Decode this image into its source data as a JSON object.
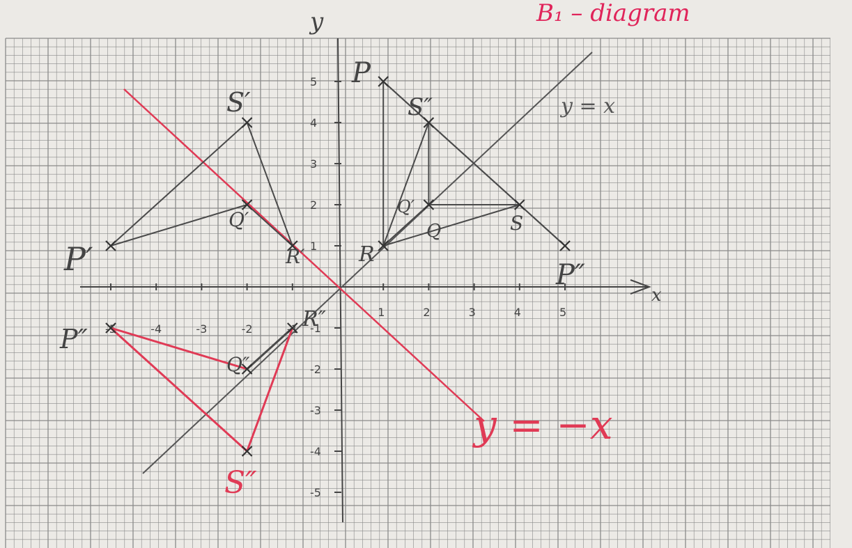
{
  "heading": {
    "text": "B₁ – diagram",
    "color": "#e0245a"
  },
  "axes": {
    "x_label": "x",
    "y_label": "y",
    "x_ticks": [
      "-5",
      "-4",
      "-3",
      "-2",
      "-1",
      "1",
      "2",
      "3",
      "4",
      "5"
    ],
    "y_ticks": [
      "5",
      "4",
      "3",
      "2",
      "1",
      "-1",
      "-2",
      "-3",
      "-4",
      "-5"
    ]
  },
  "lines": {
    "y_eq_x": {
      "label": "y = x",
      "color": "#555555"
    },
    "y_eq_neg_x": {
      "label": "y = −x",
      "color": "#e03a55"
    }
  },
  "labels": {
    "P": "P",
    "S_dd": "S″",
    "Q_d": "Q′",
    "Q": "Q",
    "S": "S",
    "R": "R",
    "P_dd": "P″",
    "P_d": "P′",
    "S_d": "S′",
    "Q_d2": "Q′",
    "R_d": "R′",
    "P_dd_red": "P″",
    "Q_dd_red": "Q″",
    "S_dd_red": "S″",
    "R_dd_red": "R″"
  },
  "colors": {
    "pencil": "#4a4a4a",
    "red": "#e03a55",
    "grid": "#8a8a8a"
  }
}
